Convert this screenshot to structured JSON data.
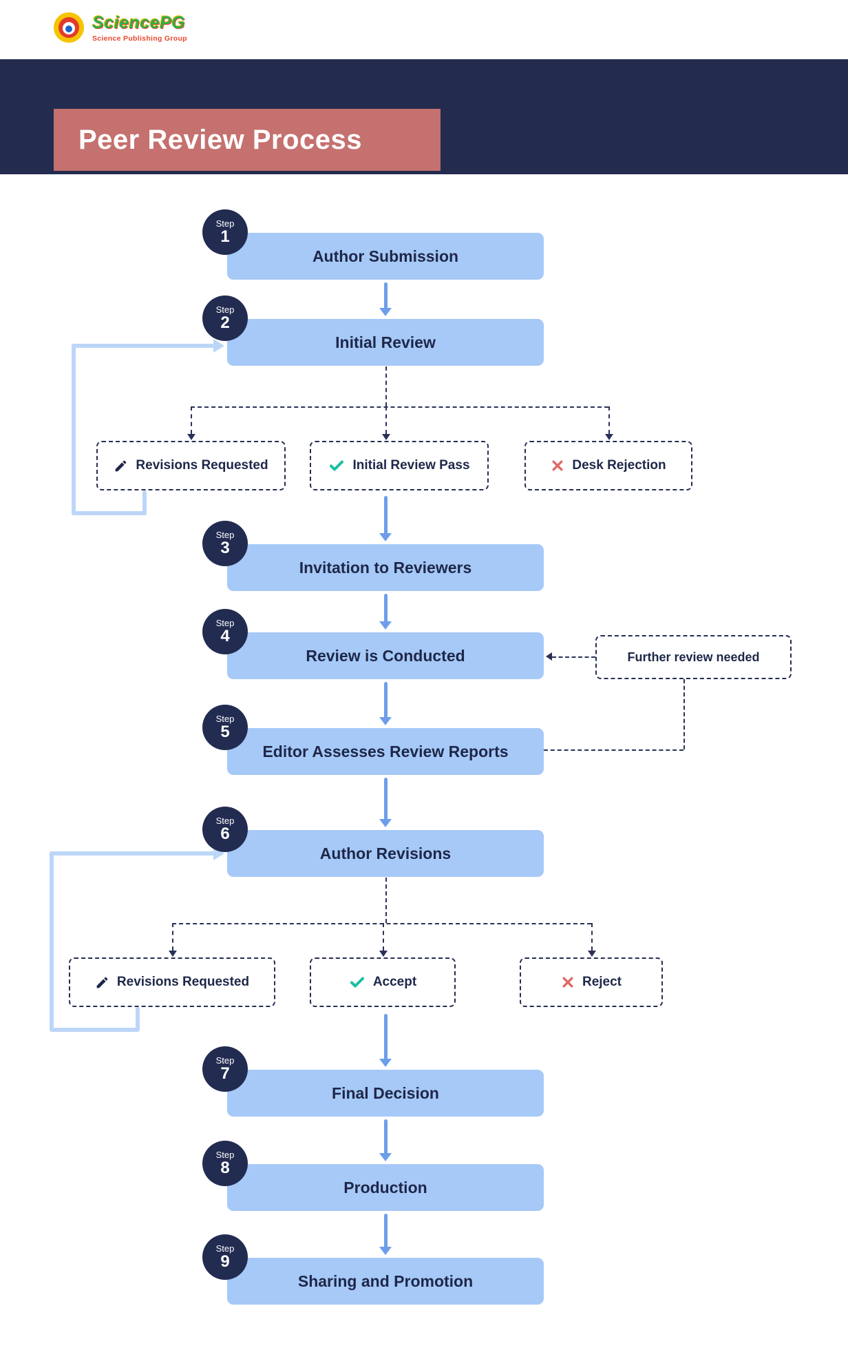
{
  "brand": {
    "name": "SciencePG",
    "tagline": "Science Publishing Group"
  },
  "header": {
    "title": "Peer Review Process"
  },
  "badge_label": "Step",
  "steps": [
    {
      "num": "1",
      "label": "Author Submission"
    },
    {
      "num": "2",
      "label": "Initial Review"
    },
    {
      "num": "3",
      "label": "Invitation to Reviewers"
    },
    {
      "num": "4",
      "label": "Review is Conducted"
    },
    {
      "num": "5",
      "label": "Editor Assesses Review Reports"
    },
    {
      "num": "6",
      "label": "Author Revisions"
    },
    {
      "num": "7",
      "label": "Final Decision"
    },
    {
      "num": "8",
      "label": "Production"
    },
    {
      "num": "9",
      "label": "Sharing and Promotion"
    }
  ],
  "branch_initial": {
    "revisions": {
      "label": "Revisions Requested",
      "icon": "pencil-icon"
    },
    "pass": {
      "label": "Initial Review Pass",
      "icon": "check-icon"
    },
    "rejection": {
      "label": "Desk Rejection",
      "icon": "cross-icon"
    }
  },
  "branch_decision": {
    "revisions": {
      "label": "Revisions Requested",
      "icon": "pencil-icon"
    },
    "accept": {
      "label": "Accept",
      "icon": "check-icon"
    },
    "reject": {
      "label": "Reject",
      "icon": "cross-icon"
    }
  },
  "annotation": {
    "further_review": "Further review needed"
  },
  "colors": {
    "navy": "#232b4e",
    "step_box_blue": "#a6c9f7",
    "title_rose": "#c4716f",
    "arrow_blue": "#6d9eeb",
    "loop_blue": "#bcd6f8",
    "check_teal": "#17bfa3",
    "cross_red": "#e06666"
  }
}
